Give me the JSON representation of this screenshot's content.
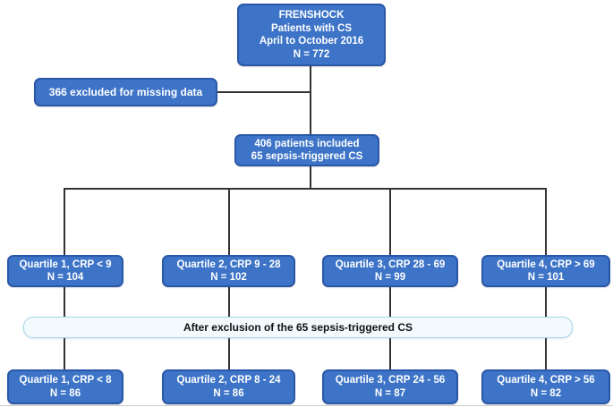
{
  "diagram": {
    "top_box": [
      "FRENSHOCK",
      "Patients with CS",
      "April to October 2016",
      "N = 772"
    ],
    "excluded_box": "366 excluded for missing data",
    "included_box": [
      "406 patients included",
      "65 sepsis-triggered CS"
    ],
    "band_label": "After exclusion of the 65 sepsis-triggered CS",
    "quartiles_initial": [
      {
        "title": "Quartile 1, CRP < 9",
        "n": "N = 104"
      },
      {
        "title": "Quartile 2, CRP 9 - 28",
        "n": "N = 102"
      },
      {
        "title": "Quartile 3, CRP 28 - 69",
        "n": "N = 99"
      },
      {
        "title": "Quartile 4, CRP > 69",
        "n": "N = 101"
      }
    ],
    "quartiles_after_exclusion": [
      {
        "title": "Quartile 1, CRP < 8",
        "n": "N = 86"
      },
      {
        "title": "Quartile 2, CRP 8 - 24",
        "n": "N = 86"
      },
      {
        "title": "Quartile 3, CRP 24 - 56",
        "n": "N = 87"
      },
      {
        "title": "Quartile 4, CRP > 56",
        "n": "N = 82"
      }
    ],
    "colors": {
      "box_fill": "#3d74c7",
      "box_border": "#2a57a8",
      "box_text": "#ffffff",
      "band_fill": "#f2fafd",
      "band_border": "#a9d5e8",
      "connector_line": "#333333"
    }
  }
}
